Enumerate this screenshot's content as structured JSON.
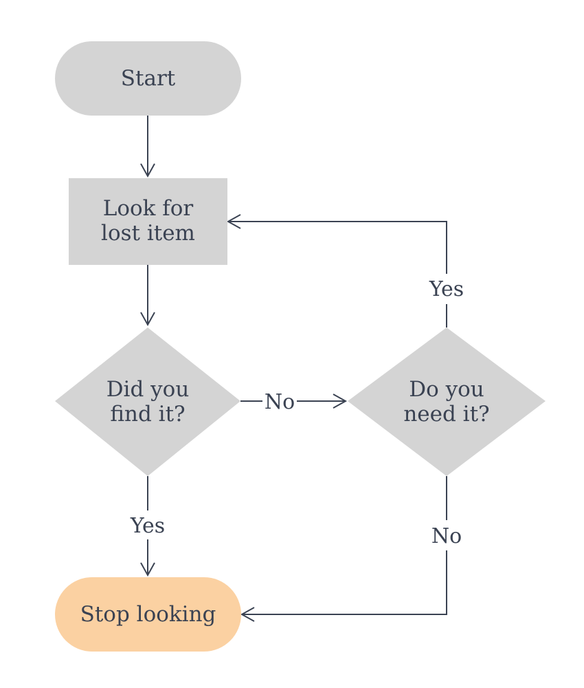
{
  "colors": {
    "node_fill": "#d4d4d4",
    "terminal_end_fill": "#fbd1a2",
    "stroke": "#3a4252",
    "text": "#3a4252",
    "background": "#ffffff"
  },
  "nodes": {
    "start": {
      "label": "Start"
    },
    "look": {
      "line1": "Look for",
      "line2": "lost item"
    },
    "found": {
      "line1": "Did you",
      "line2": "find it?"
    },
    "need": {
      "line1": "Do you",
      "line2": "need it?"
    },
    "stop": {
      "label": "Stop looking"
    }
  },
  "edges": {
    "found_to_need": {
      "label": "No"
    },
    "need_to_look": {
      "label": "Yes"
    },
    "found_to_stop": {
      "label": "Yes"
    },
    "need_to_stop": {
      "label": "No"
    }
  }
}
